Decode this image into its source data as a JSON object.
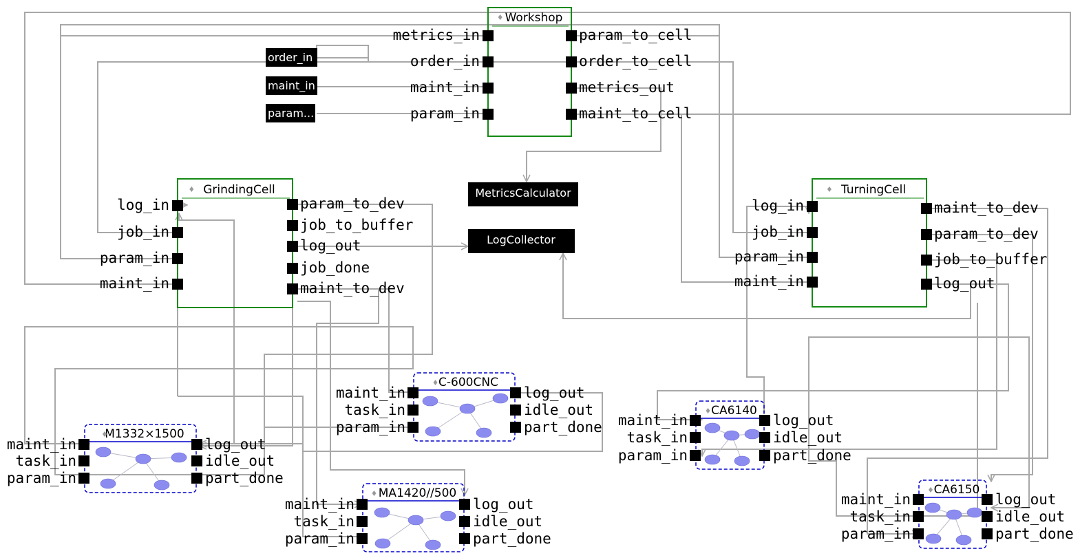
{
  "colors": {
    "composite_border": "#138a13",
    "device_border": "#0000cc",
    "port": "#000000",
    "wire": "#a8a8a8",
    "block_fill": "#000000",
    "block_text": "#ffffff",
    "node_fill": "#8c8cf0"
  },
  "icons": {
    "component_marker": "diamond-icon"
  },
  "inputs": [
    {
      "id": "order",
      "label": "order_in"
    },
    {
      "id": "maint",
      "label": "maint_in"
    },
    {
      "id": "param",
      "label": "param..."
    }
  ],
  "blocks": [
    {
      "id": "metrics",
      "label": "MetricsCalculator"
    },
    {
      "id": "log",
      "label": "LogCollector"
    }
  ],
  "composites": [
    {
      "id": "workshop",
      "title": "Workshop",
      "left_ports": [
        "metrics_in",
        "order_in",
        "maint_in",
        "param_in"
      ],
      "right_ports": [
        "param_to_cell",
        "order_to_cell",
        "metrics_out",
        "maint_to_cell"
      ]
    },
    {
      "id": "grinding",
      "title": "GrindingCell",
      "left_ports": [
        "log_in",
        "job_in",
        "param_in",
        "maint_in"
      ],
      "right_ports": [
        "param_to_dev",
        "job_to_buffer",
        "log_out",
        "job_done",
        "maint_to_dev"
      ]
    },
    {
      "id": "turning",
      "title": "TurningCell",
      "left_ports": [
        "log_in",
        "job_in",
        "param_in",
        "maint_in"
      ],
      "right_ports": [
        "maint_to_dev",
        "param_to_dev",
        "job_to_buffer",
        "log_out"
      ]
    }
  ],
  "devices": [
    {
      "id": "m1332",
      "title": "M1332×1500",
      "left_ports": [
        "maint_in",
        "task_in",
        "param_in"
      ],
      "right_ports": [
        "log_out",
        "idle_out",
        "part_done"
      ]
    },
    {
      "id": "c600",
      "title": "C-600CNC",
      "left_ports": [
        "maint_in",
        "task_in",
        "param_in"
      ],
      "right_ports": [
        "log_out",
        "idle_out",
        "part_done"
      ]
    },
    {
      "id": "ma1420",
      "title": "MA1420//500",
      "left_ports": [
        "maint_in",
        "task_in",
        "param_in"
      ],
      "right_ports": [
        "log_out",
        "idle_out",
        "part_done"
      ]
    },
    {
      "id": "ca6140",
      "title": "CA6140",
      "left_ports": [
        "maint_in",
        "task_in",
        "param_in"
      ],
      "right_ports": [
        "log_out",
        "idle_out",
        "part_done"
      ]
    },
    {
      "id": "ca6150",
      "title": "CA6150",
      "left_ports": [
        "maint_in",
        "task_in",
        "param_in"
      ],
      "right_ports": [
        "log_out",
        "idle_out",
        "part_done"
      ]
    }
  ]
}
